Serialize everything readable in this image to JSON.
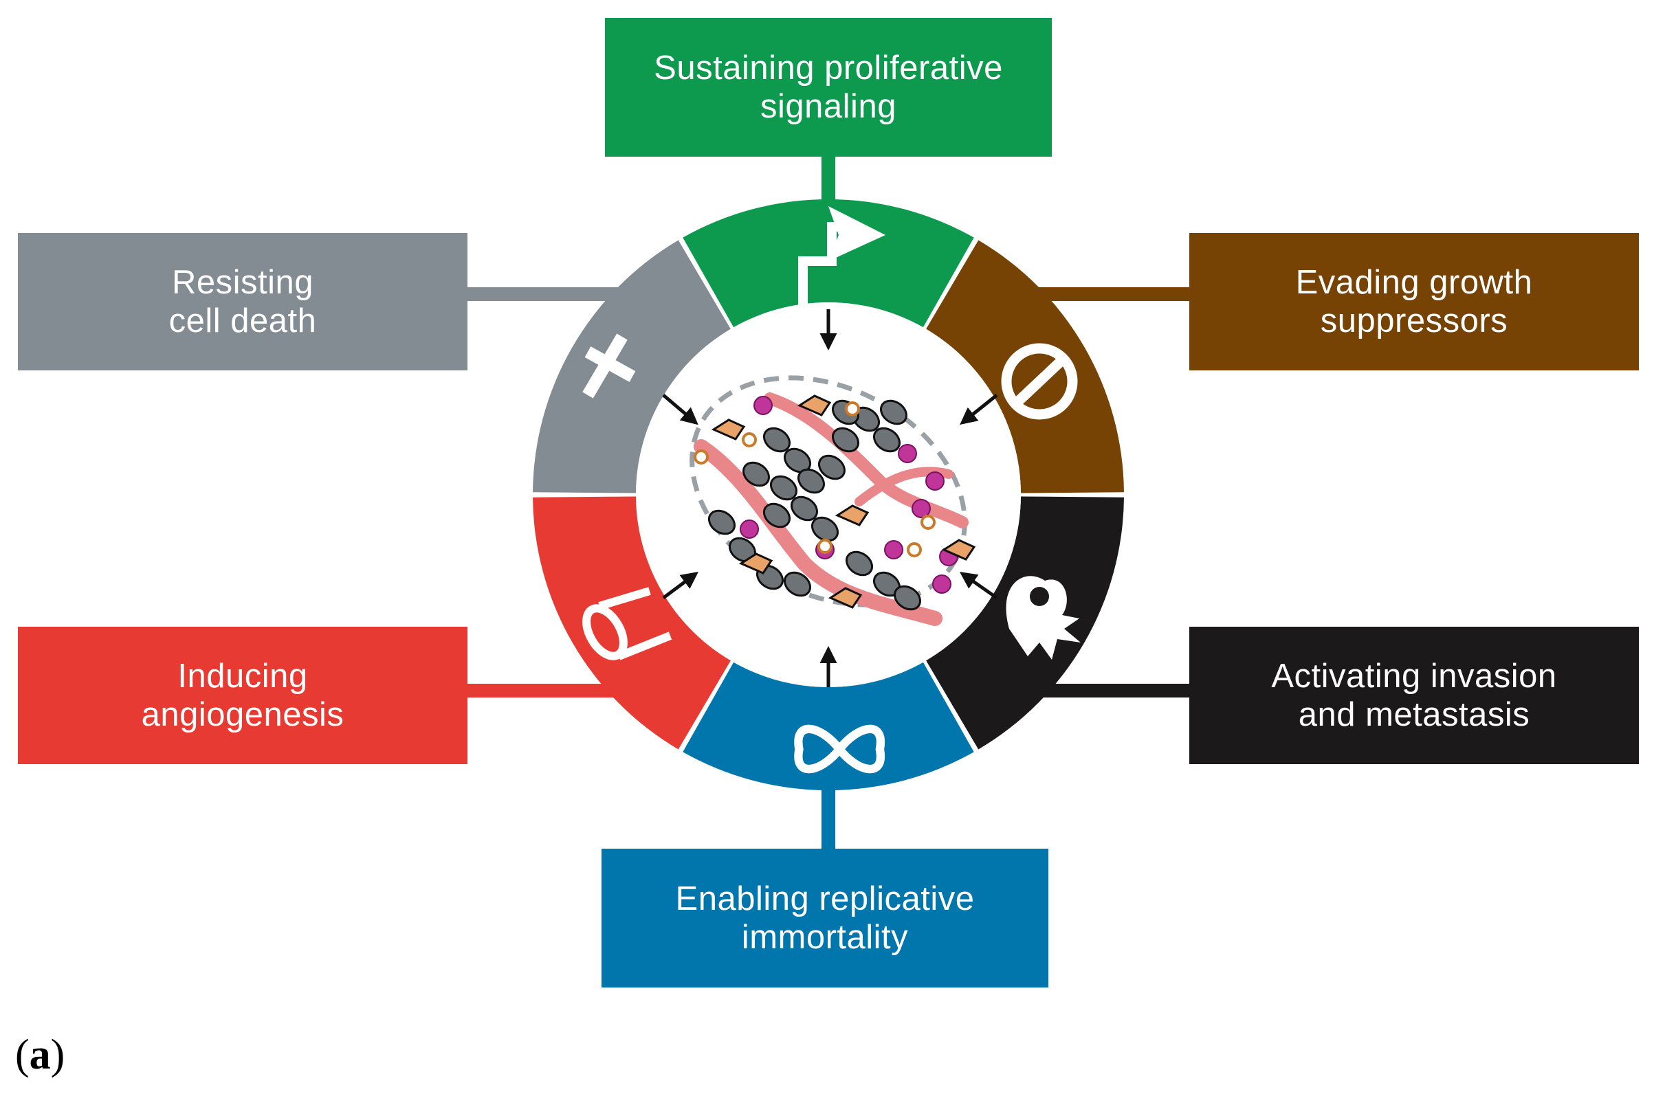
{
  "hallmarks": [
    {
      "id": "proliferative",
      "label": "Sustaining proliferative\nsignaling",
      "color": "#0d9a4e",
      "icon": "bent-arrow-icon"
    },
    {
      "id": "growth-suppressors",
      "label": "Evading growth\nsuppressors",
      "color": "#774304",
      "icon": "no-entry-icon"
    },
    {
      "id": "invasion",
      "label": "Activating invasion\nand metastasis",
      "color": "#1b1919",
      "icon": "invasive-cell-icon"
    },
    {
      "id": "immortality",
      "label": "Enabling replicative\nimmortality",
      "color": "#0076ac",
      "icon": "infinity-icon"
    },
    {
      "id": "angiogenesis",
      "label": "Inducing\nangiogenesis",
      "color": "#e73a32",
      "icon": "blood-vessel-icon"
    },
    {
      "id": "cell-death",
      "label": "Resisting\ncell death",
      "color": "#838c93",
      "icon": "cross-icon"
    }
  ],
  "panel_label": {
    "open": "(",
    "letter": "a",
    "close": ")"
  }
}
